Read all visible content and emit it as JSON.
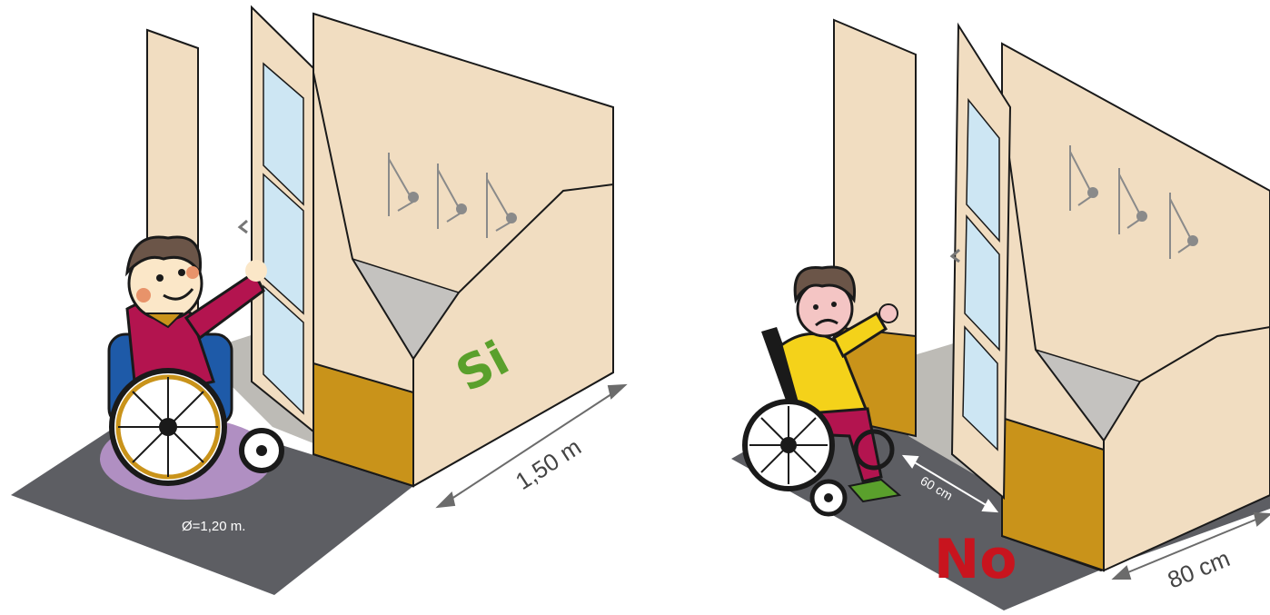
{
  "panels": [
    {
      "id": "si",
      "verdict": "Si",
      "verdict_color": "#5aa02c",
      "diameter_label": "Ø=1,20 m.",
      "depth_label": "1,50  m"
    },
    {
      "id": "no",
      "verdict": "No",
      "verdict_color": "#c8141e",
      "door_gap_label": "60 cm",
      "width_label": "80  cm"
    }
  ],
  "colors": {
    "wall": "#f1ddc1",
    "floor": "#5d5e63",
    "skirting": "#c9931a",
    "glass": "#cde6f3",
    "turning_circle": "#b08fc2",
    "outline": "#1a1a1a"
  }
}
